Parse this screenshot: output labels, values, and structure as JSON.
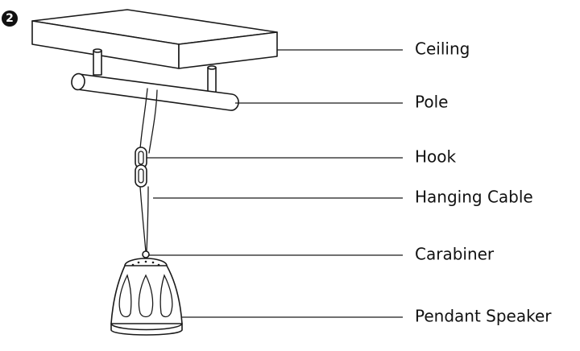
{
  "step_number": "2",
  "labels": {
    "ceiling": "Ceiling",
    "pole": "Pole",
    "hook": "Hook",
    "hanging_cable": "Hanging Cable",
    "carabiner": "Carabiner",
    "pendant_speaker": "Pendant Speaker"
  }
}
